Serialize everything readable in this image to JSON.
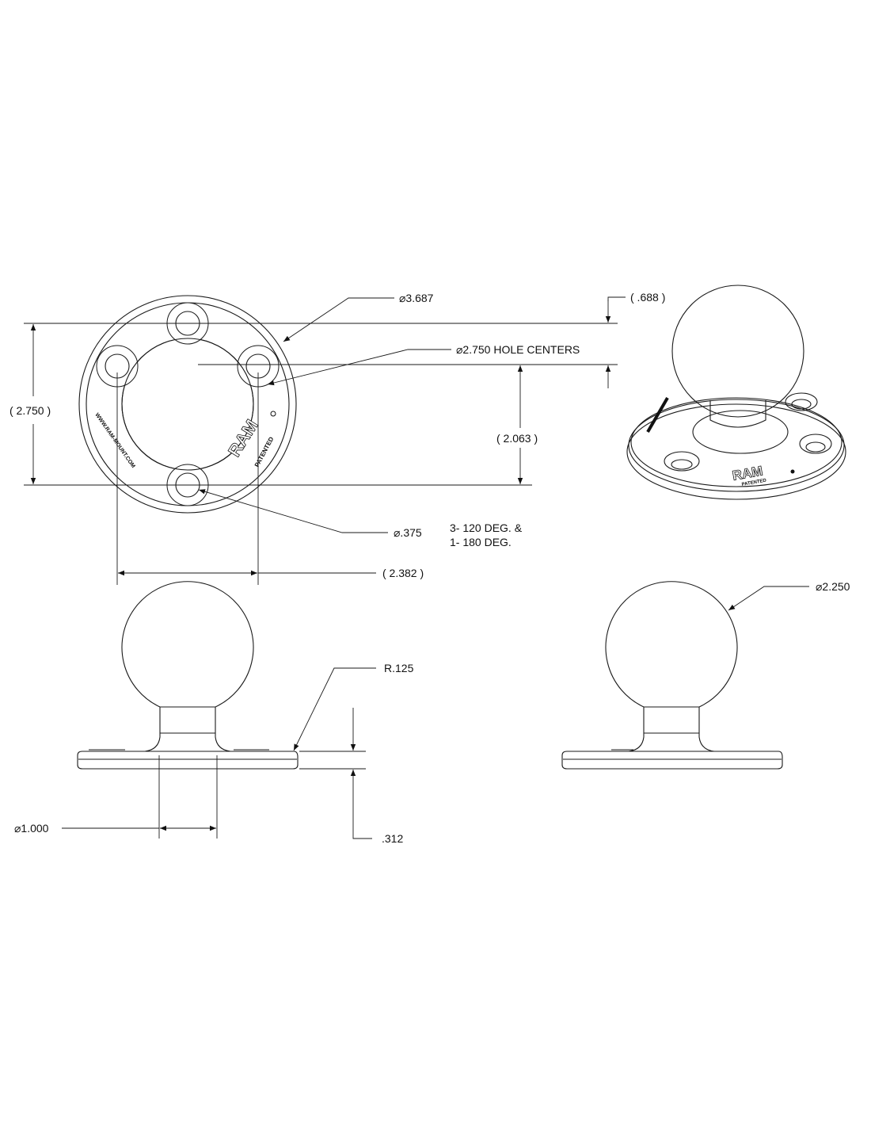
{
  "drawing": {
    "top_view": {
      "outer_diameter": "⌀3.687",
      "hole_centers": "⌀2.750 HOLE CENTERS",
      "hole_diameter": "⌀.375",
      "hole_pattern_line1": "3- 120 DEG. &",
      "hole_pattern_line2": "1- 180 DEG.",
      "height_ref": "( 2.750 )",
      "offset_ref": "( 2.063 )",
      "width_ref": "( 2.382 )",
      "top_offset_ref": "( .688 )",
      "logo_text": "RAM",
      "patented_text": "PATENTED",
      "url_text": "WWW.RAM-MOUNT.COM"
    },
    "side_view": {
      "fillet_radius": "R.125",
      "base_thickness": ".312",
      "neck_diameter": "⌀1.000"
    },
    "front_view": {
      "ball_diameter": "⌀2.250"
    },
    "iso_view": {
      "logo_text": "RAM",
      "patented_text": "PATENTED"
    }
  }
}
